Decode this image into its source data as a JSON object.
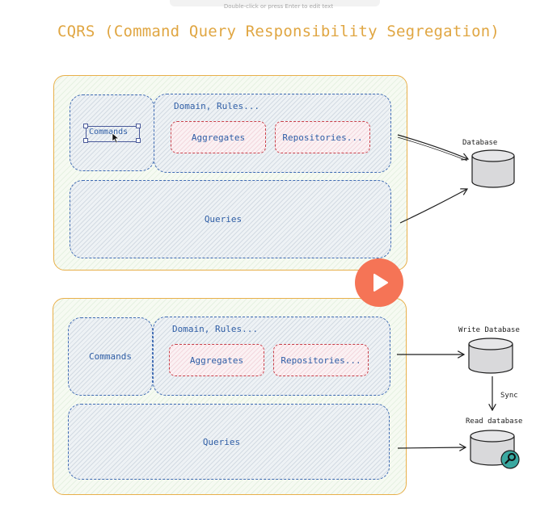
{
  "canvas": {
    "hint": "Double-click or press Enter to edit text"
  },
  "title": "CQRS (Command Query Responsibility Segregation)",
  "diagram1": {
    "commands": "Commands",
    "domain": "Domain, Rules...",
    "aggregates": "Aggregates",
    "repositories": "Repositories...",
    "queries": "Queries",
    "database": "Database"
  },
  "diagram2": {
    "commands": "Commands",
    "domain": "Domain, Rules...",
    "aggregates": "Aggregates",
    "repositories": "Repositories...",
    "queries": "Queries",
    "write_db": "Write Database",
    "sync": "Sync",
    "read_db": "Read database"
  },
  "colors": {
    "title": "#e0a642",
    "panel_border": "#e8b04a",
    "blue_text": "#2f5ea6",
    "red_dash": "#c9404a",
    "play": "#f57456"
  },
  "icons": {
    "play": "play-icon",
    "search": "search-icon",
    "database": "database-icon"
  }
}
